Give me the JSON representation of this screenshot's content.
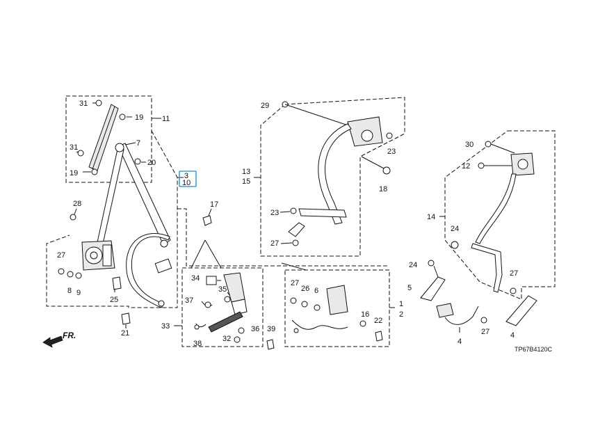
{
  "diagram": {
    "code": "TP67B4120C",
    "front_marker": "FR.",
    "callouts": {
      "c31a": "31",
      "c19a": "19",
      "c11": "11",
      "c7": "7",
      "c31b": "31",
      "c20": "20",
      "c19b": "19",
      "c3": "3",
      "c10": "10",
      "c28": "28",
      "c17": "17",
      "c27a": "27",
      "c8": "8",
      "c9": "9",
      "c25": "25",
      "c21": "21",
      "c34": "34",
      "c35": "35",
      "c37": "37",
      "c33": "33",
      "c38": "38",
      "c32": "32",
      "c36": "36",
      "c39": "39",
      "c29": "29",
      "c23a": "23",
      "c13": "13",
      "c15": "15",
      "c18": "18",
      "c23b": "23",
      "c27b": "27",
      "c27c": "27",
      "c26": "26",
      "c6": "6",
      "c1": "1",
      "c2": "2",
      "c16": "16",
      "c22": "22",
      "c30": "30",
      "c12": "12",
      "c14": "14",
      "c24a": "24",
      "c24b": "24",
      "c5": "5",
      "c27d": "27",
      "c4a": "4",
      "c27e": "27",
      "c4b": "4"
    }
  }
}
